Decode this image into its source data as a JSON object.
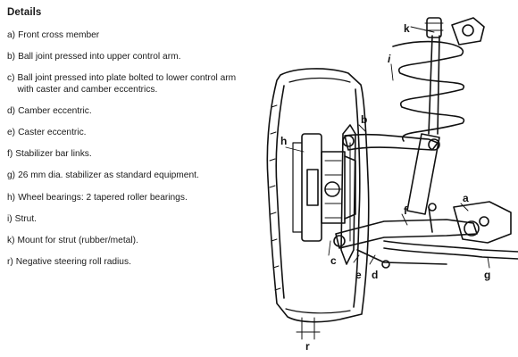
{
  "header": {
    "title": "Details"
  },
  "legend": [
    {
      "key": "a)",
      "text": "Front cross member"
    },
    {
      "key": "b)",
      "text": "Ball joint pressed into upper control arm."
    },
    {
      "key": "c)",
      "text": "Ball joint pressed into plate bolted to lower control arm with caster and camber eccentrics."
    },
    {
      "key": "d)",
      "text": "Camber eccentric."
    },
    {
      "key": "e)",
      "text": "Caster eccentric."
    },
    {
      "key": "f)",
      "text": "Stabilizer bar links."
    },
    {
      "key": "g)",
      "text": "26 mm dia. stabilizer as standard equipment."
    },
    {
      "key": "h)",
      "text": "Wheel bearings: 2 tapered roller bearings."
    },
    {
      "key": "i)",
      "text": "Strut."
    },
    {
      "key": "k)",
      "text": "Mount for strut (rubber/metal)."
    },
    {
      "key": "r)",
      "text": "Negative steering roll radius."
    }
  ],
  "diagram": {
    "labels": {
      "a": "a",
      "b": "b",
      "c": "c",
      "d": "d",
      "e": "e",
      "f": "f",
      "g": "g",
      "h": "h",
      "i": "i",
      "k": "k",
      "r": "r"
    }
  }
}
